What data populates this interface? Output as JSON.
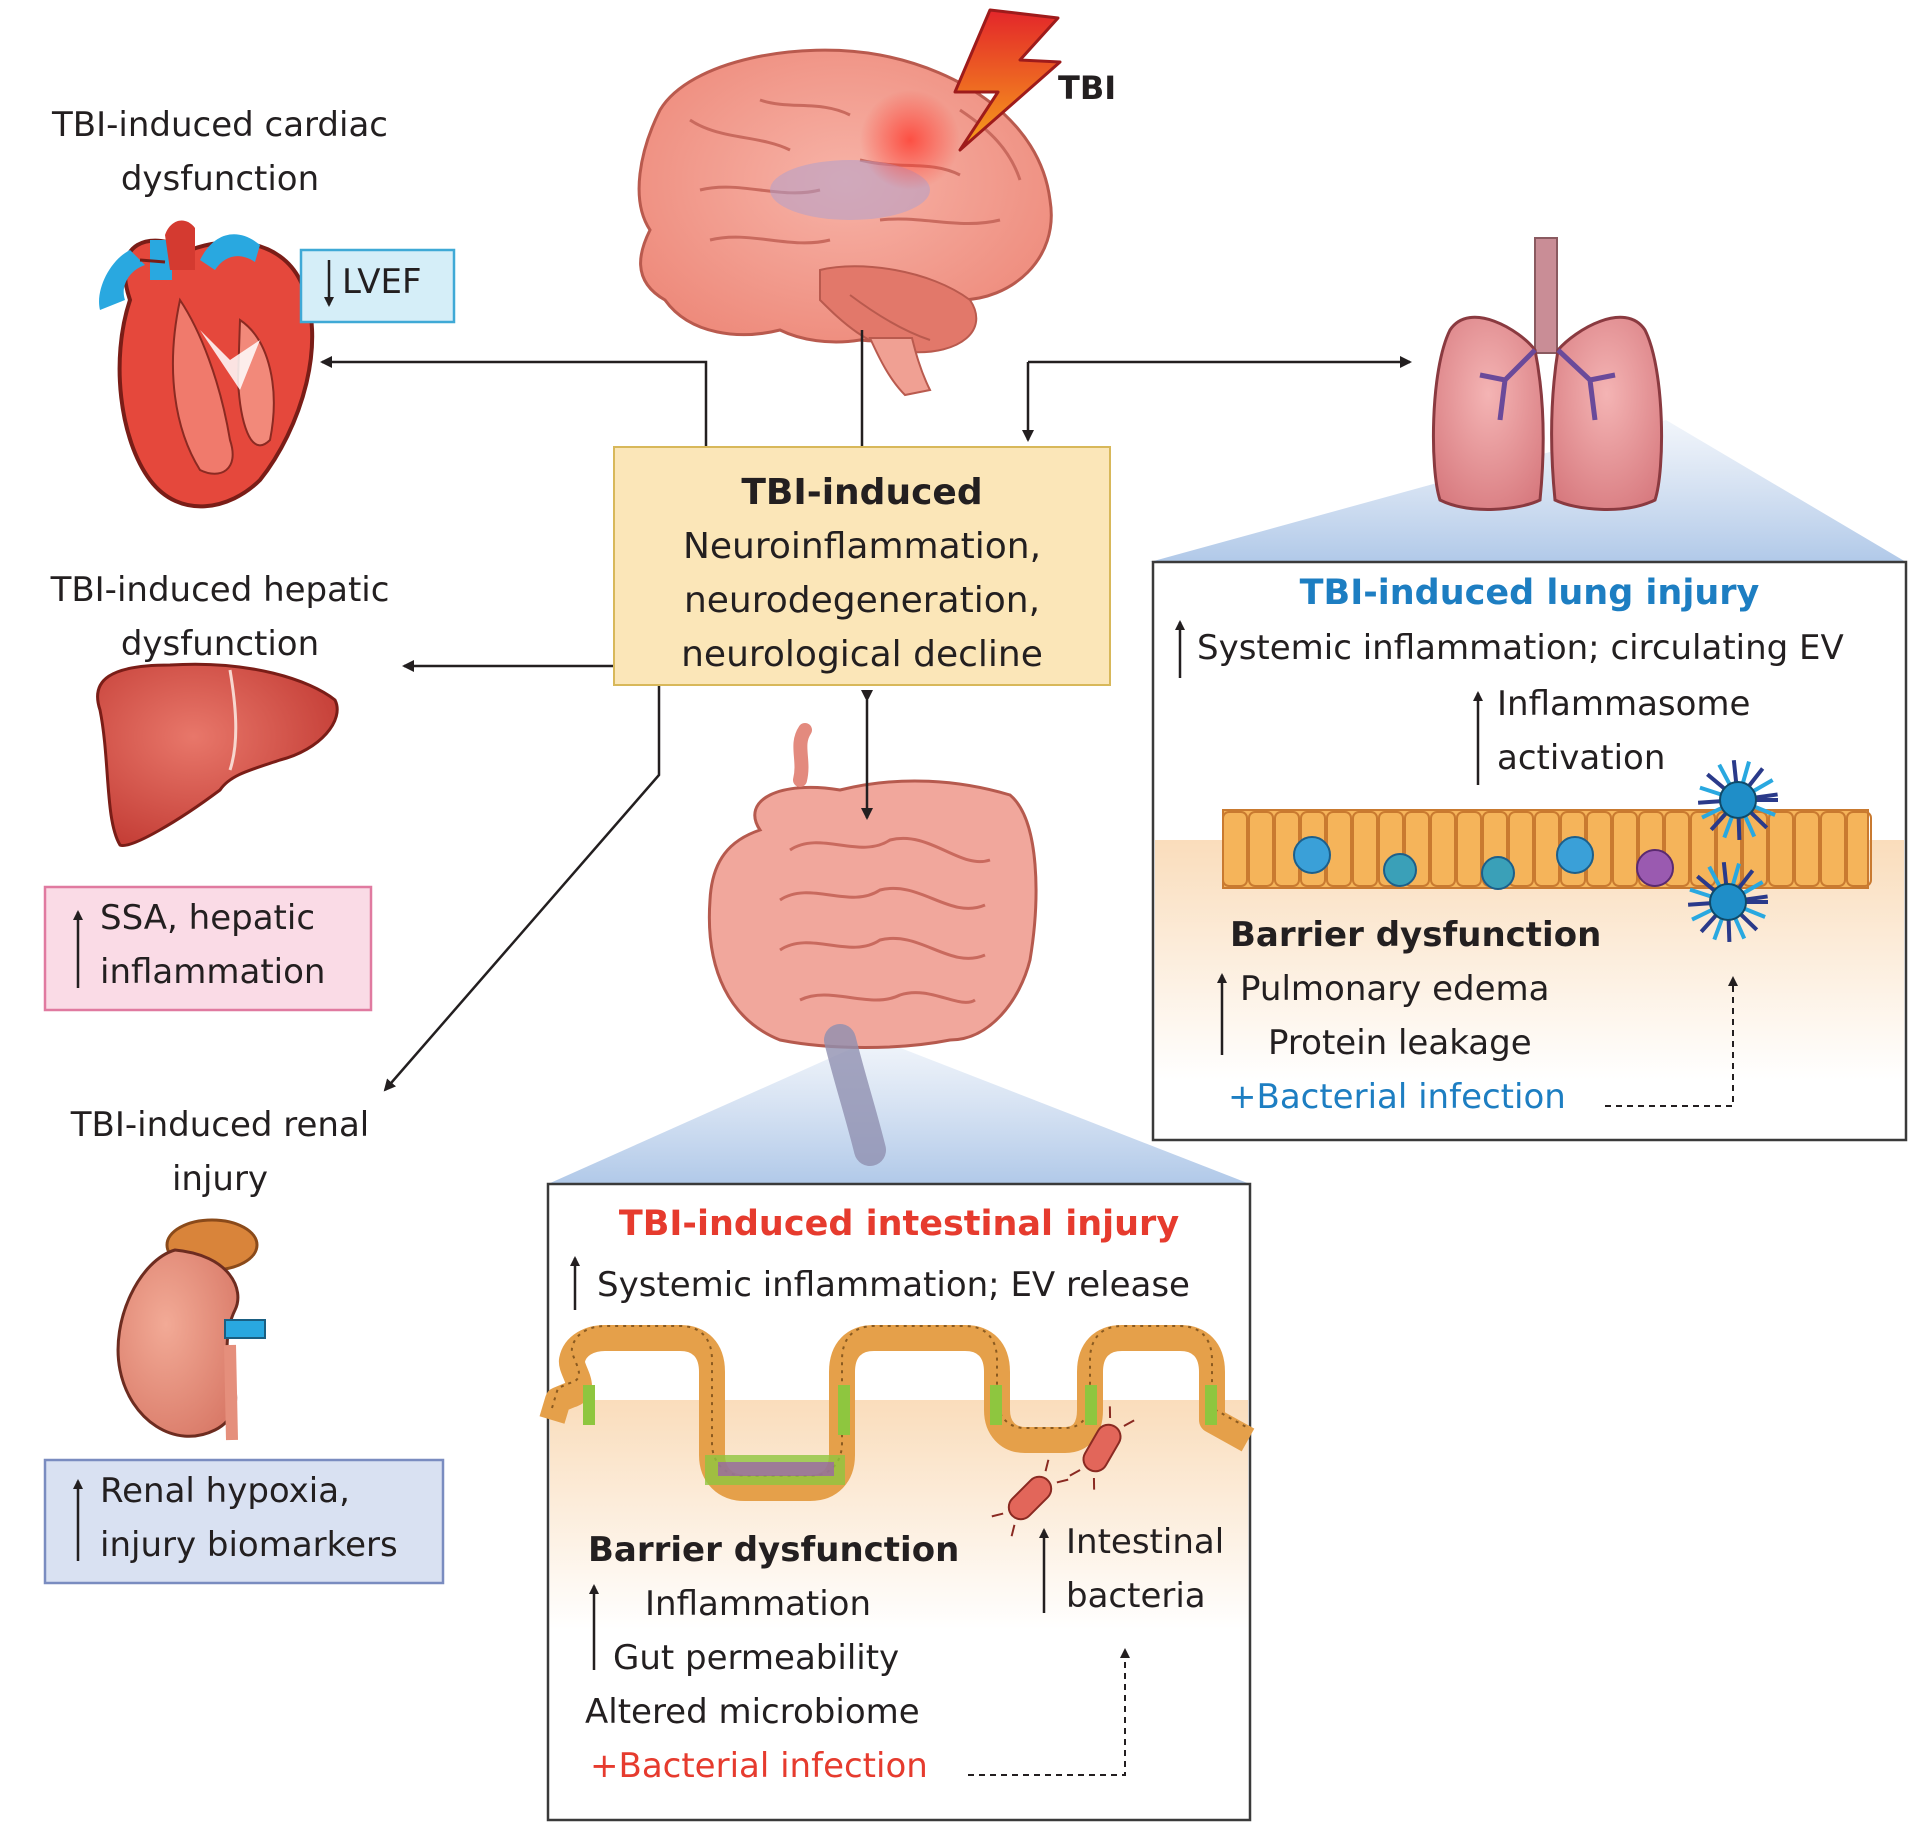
{
  "trigger": {
    "label": "TBI"
  },
  "center": {
    "title": "TBI-induced",
    "lines": [
      "Neuroinflammation,",
      "neurodegeneration,",
      "neurological decline"
    ]
  },
  "cardiac": {
    "title_lines": [
      "TBI-induced cardiac",
      "dysfunction"
    ],
    "marker": "LVEF",
    "marker_direction": "down"
  },
  "hepatic": {
    "title_lines": [
      "TBI-induced hepatic",
      "dysfunction"
    ],
    "marker_lines": [
      "SSA, hepatic",
      "inflammation"
    ],
    "marker_direction": "up"
  },
  "renal": {
    "title_lines": [
      "TBI-induced renal",
      "injury"
    ],
    "marker_lines": [
      "Renal hypoxia,",
      "injury biomarkers"
    ],
    "marker_direction": "up"
  },
  "lung": {
    "title": "TBI-induced lung injury",
    "systemic": "Systemic inflammation; circulating EV",
    "inflammasome_lines": [
      "Inflammasome",
      "activation"
    ],
    "barrier_title": "Barrier dysfunction",
    "barrier_items": [
      "Pulmonary edema",
      "Protein leakage"
    ],
    "infection": "+Bacterial infection"
  },
  "intestine": {
    "title": "TBI-induced intestinal injury",
    "systemic": "Systemic inflammation; EV release",
    "barrier_title": "Barrier dysfunction",
    "barrier_items": [
      "Inflammation",
      "Gut permeability",
      "Altered microbiome"
    ],
    "bacteria_lines": [
      "Intestinal",
      "bacteria"
    ],
    "infection": "+Bacterial infection"
  },
  "colors": {
    "center_fill": "#fbe6b8",
    "lvef_badge": "#d5eef8",
    "hepatic_badge": "#fadbe6",
    "renal_badge": "#d9e1f2",
    "lung_title": "#1d7ec2",
    "intestine_title": "#e63b2e"
  },
  "icons": [
    "brain-icon",
    "lightning-icon",
    "heart-icon",
    "liver-icon",
    "kidney-icon",
    "lungs-icon",
    "intestine-icon",
    "epithelium-icon",
    "bacteria-icon",
    "immune-cell-icon"
  ]
}
